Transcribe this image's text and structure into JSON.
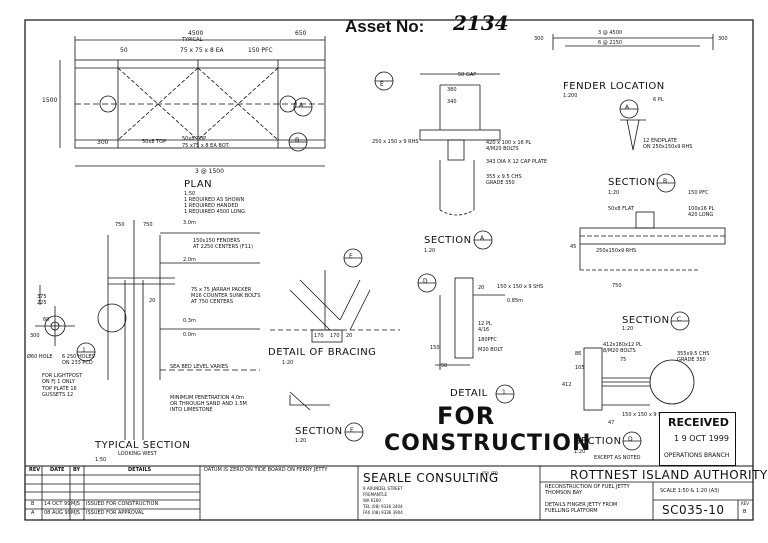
{
  "header": {
    "asset_label": "Asset No:",
    "asset_number": "2134"
  },
  "plan": {
    "title": "PLAN",
    "scale": "1:50",
    "notes": [
      "1 REQUIRED AS SHOWN",
      "1 REQUIRED HANDED",
      "1 REQUIRED 4500 LONG"
    ],
    "dim_top": "4500",
    "dim_top_sub": "TYPICAL",
    "dim_right": "650",
    "dim_50": "50",
    "label_ea": "75 x 75 x 8 EA",
    "label_pfc": "150 PFC",
    "dim_1500": "1500",
    "dim_300": "300",
    "label_50x8top": "50x8 TOP",
    "label_50x8top2": "50x8 TOP",
    "label_75x75bot": "75 x75 x 8 EA BOT.",
    "dim_bottom": "3 @ 1500"
  },
  "section_a": {
    "title": "SECTION",
    "marker": "A",
    "scale": "1:20",
    "label_gap": "50 GAP",
    "dim_380": "380",
    "dim_340": "340",
    "label_rhs": "250 x 150 x 9 RHS",
    "label_pl": "420 x 100 x 16 PL",
    "label_bolts": "4/M20 BOLTS",
    "label_cap": "343 DIA X 12 CAP PLATE",
    "label_chs": "355 x 9.5 CHS",
    "label_grade": "GRADE 350"
  },
  "fender": {
    "title": "FENDER LOCATION",
    "scale": "1:200",
    "dim_top": "3 @ 4500",
    "dim_mid": "6 @ 2150",
    "dim_300l": "300",
    "dim_300r": "300",
    "label_pl": "6 PL",
    "label_endplate": "12 ENDPLATE",
    "label_endplate2": "ON 250x150x9 RHS"
  },
  "section_b": {
    "title": "SECTION",
    "marker": "B",
    "scale": "1:20",
    "label_pfc": "150 PFC",
    "label_flat": "50x8 FLAT",
    "label_pl": "100x16 PL",
    "label_pl2": "420 LONG",
    "dim_45": "45",
    "label_rhs": "250x150x9 RHS",
    "dim_750": "750"
  },
  "typical": {
    "title": "TYPICAL SECTION",
    "subtitle": "LOOKING WEST",
    "scale": "1:50",
    "dim_750a": "750",
    "dim_750b": "750",
    "dim_30": "3.0m",
    "dim_20": "2.0m",
    "label_fenders": "150x150 FENDERS",
    "label_fenders2": "AT 2250 CENTERS (F11)",
    "label_packer": "75 x 75  JARRAH PACKER",
    "label_packer2": "M16 COUNTER SUNK BOLTS",
    "label_packer3": "AT 750 CENTERS",
    "dim_03": "0.3m",
    "dim_00": "0.0m",
    "dim_375": "375",
    "dim_225": "225",
    "dim_60": "60",
    "dim_300": "300",
    "dim_20b": "20",
    "label_hole": "Ø60 HOLE",
    "label_holes": "6 250 HOLES",
    "label_pcd": "ON 233 PCD",
    "label_light": "FOR LIGHTPOST",
    "label_light2": "ON FJ 1 ONLY",
    "label_light3": "TOP PLATE 16",
    "label_light4": "GUSSETS 12",
    "label_sea": "SEA BED LEVEL VARIES",
    "label_pen": "MINIMUM PENETRATION 4.0m",
    "label_pen2": "OR THROUGH SAND AND 1.5M",
    "label_pen3": "INTO LIMESTONE"
  },
  "bracing": {
    "title": "DETAIL  OF  BRACING",
    "scale": "1:20",
    "dim_a": "170",
    "dim_b": "170",
    "dim_c": "20",
    "marker": "E"
  },
  "section_d": {
    "marker": "D",
    "label_shs": "150 x 150 x 9 SHS",
    "dim_20": "20",
    "dim_085": "0.85m",
    "label_pl": "12 PL",
    "label_pl2": "4/16",
    "label_pfc": "180PFC",
    "label_bolt": "M20 BOLT",
    "dim_150": "150",
    "dim_50": "50"
  },
  "section_c": {
    "title": "SECTION",
    "marker": "C",
    "scale": "1:20",
    "label_pl": "412x160x12 PL",
    "label_bolts": "8/M20 BOLTS",
    "dim_86": "86",
    "dim_105": "105",
    "dim_75": "75",
    "dim_412": "412",
    "dim_47": "47",
    "label_chs": "355x9.5 CHS",
    "label_grade": "GRADE 350",
    "label_bottom": "150 x 150 x 9 SHS"
  },
  "detail1": {
    "title": "DETAIL",
    "marker": "1"
  },
  "section_e": {
    "title": "SECTION",
    "marker": "E",
    "scale": "1:20"
  },
  "section_d2": {
    "title": "SECTION",
    "marker": "D",
    "scale": "1:20",
    "note": "EXCEPT AS NOTED"
  },
  "stamp": {
    "line1": "FOR",
    "line2": "CONSTRUCTION"
  },
  "received": {
    "title": "RECEIVED",
    "date": "1 9 OCT 1999",
    "branch": "OPERATIONS BRANCH"
  },
  "title_block": {
    "rev_header": "REV",
    "date_header": "DATE",
    "by_header": "BY",
    "details_header": "DETAILS",
    "datum_note": "DATUM IS ZERO ON TIDE BOARD ON FERRY JETTY",
    "revisions": [
      {
        "rev": "B",
        "date": "14 OCT 99",
        "by": "MJS",
        "details": "ISSUED FOR CONSTRUCTION"
      },
      {
        "rev": "A",
        "date": "08 AUG 99",
        "by": "MJS",
        "details": "ISSUED FOR APPROVAL"
      }
    ],
    "firm": "SEARLE  CONSULTING",
    "firm_suffix": "PTY LTD",
    "firm_addr": [
      "9 ARUNDEL STREET",
      "FREMANTLE",
      "WA   6160",
      "TEL (08) 9336 3404",
      "FAX (08) 9336 3904"
    ],
    "client": "ROTTNEST  ISLAND  AUTHORITY",
    "project": "RECONSTRUCTION OF FUEL JETTY",
    "project2": "THOMSON BAY",
    "drawing": "DETAILS FINGER JETTY FROM",
    "drawing2": "FUELLING PLATFORM",
    "scale": "SCALE 1:50 & 1:20   (A3)",
    "number": "SC035-10",
    "rev_label": "REV",
    "rev_value": "B"
  }
}
